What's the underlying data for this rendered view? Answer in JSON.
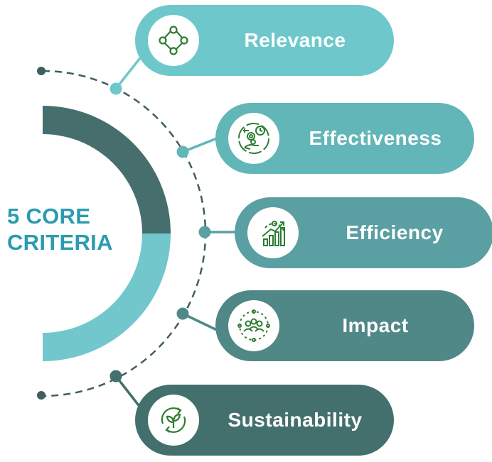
{
  "title": {
    "line1": "5 CORE",
    "line2": "CRITERIA"
  },
  "colors": {
    "title": "#2a9bb0",
    "arc_dark": "#456e6c",
    "arc_light": "#71c7cc",
    "dash": "#3f5f5e",
    "icon_stroke": "#2e7d32"
  },
  "criteria": [
    {
      "label": "Relevance",
      "icon": "nodes-ring-icon",
      "color": "#6ec8cb"
    },
    {
      "label": "Effectiveness",
      "icon": "gear-clock-hand-icon",
      "color": "#62b6b7"
    },
    {
      "label": "Efficiency",
      "icon": "growth-chart-gear-icon",
      "color": "#5a9fa2"
    },
    {
      "label": "Impact",
      "icon": "community-group-icon",
      "color": "#4f8886"
    },
    {
      "label": "Sustainability",
      "icon": "recycle-leaf-icon",
      "color": "#43706d"
    }
  ]
}
